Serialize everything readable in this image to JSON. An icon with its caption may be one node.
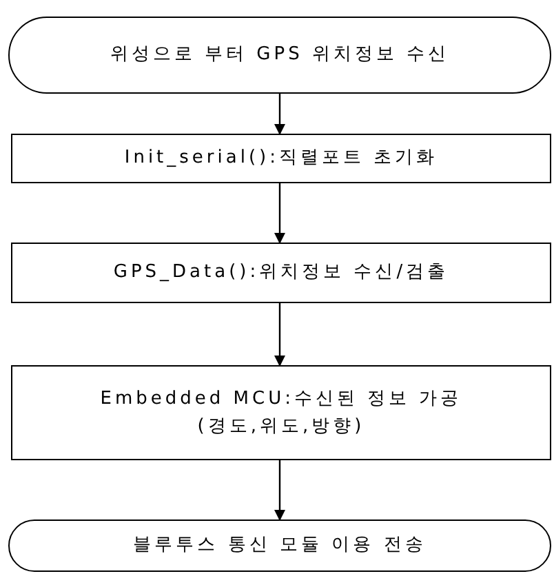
{
  "diagram": {
    "nodes": [
      {
        "text": [
          "위성으로 부터 GPS 위치정보 수신"
        ]
      },
      {
        "text": [
          "Init_serial():직렬포트 초기화"
        ]
      },
      {
        "text": [
          "GPS_Data():위치정보 수신/검출"
        ]
      },
      {
        "text": [
          "Embedded MCU:수신된 정보 가공 (경도,위도,방향)"
        ]
      },
      {
        "text": [
          "블루투스 통신 모듈 이용 전송"
        ]
      }
    ],
    "edges": [
      {
        "from": 0,
        "to": 1,
        "arrow": "to"
      },
      {
        "from": 1,
        "to": 2,
        "arrow": "to"
      },
      {
        "from": 2,
        "to": 3,
        "arrow": "to"
      },
      {
        "from": 3,
        "to": 4,
        "arrow": "to"
      }
    ]
  }
}
